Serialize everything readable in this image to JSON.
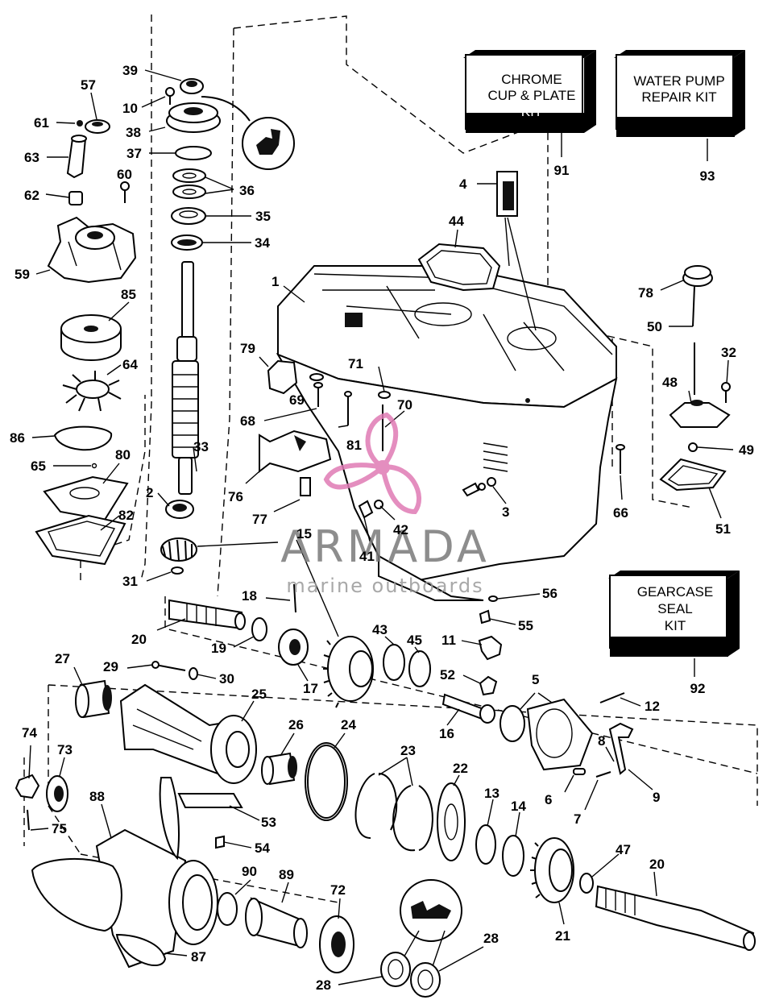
{
  "kits": {
    "chrome": [
      "CHROME",
      "CUP & PLATE",
      "KIT"
    ],
    "chrome_num": "91",
    "water": [
      "WATER PUMP",
      "REPAIR KIT"
    ],
    "water_num": "93",
    "gearcase": [
      "GEARCASE",
      "SEAL",
      "KIT"
    ],
    "gearcase_num": "92"
  },
  "watermark": {
    "brand": "ARMADA",
    "tagline": "marine outboards"
  },
  "callouts": {
    "c39": "39",
    "c10": "10",
    "c38": "38",
    "c37": "37",
    "c36": "36",
    "c35": "35",
    "c34": "34",
    "c57": "57",
    "c61": "61",
    "c63": "63",
    "c62": "62",
    "c60": "60",
    "c59": "59",
    "c85": "85",
    "c64": "64",
    "c86": "86",
    "c65": "65",
    "c80": "80",
    "c82": "82",
    "c33": "33",
    "c2": "2",
    "c31": "31",
    "c15": "15",
    "c1": "1",
    "c4": "4",
    "c44": "44",
    "c79": "79",
    "c69": "69",
    "c71": "71",
    "c70": "70",
    "c68": "68",
    "c81": "81",
    "c76": "76",
    "c77": "77",
    "c3": "3",
    "c41": "41",
    "c42": "42",
    "c66": "66",
    "c78": "78",
    "c50": "50",
    "c32": "32",
    "c48": "48",
    "c49": "49",
    "c51": "51",
    "c18": "18",
    "c20a": "20",
    "c19": "19",
    "c17": "17",
    "c43": "43",
    "c45": "45",
    "c11": "11",
    "c56": "56",
    "c55": "55",
    "c52": "52",
    "c5": "5",
    "c12": "12",
    "c16": "16",
    "c27": "27",
    "c29": "29",
    "c30": "30",
    "c25": "25",
    "c26": "26",
    "c24": "24",
    "c23": "23",
    "c22": "22",
    "c13": "13",
    "c14": "14",
    "c8": "8",
    "c6": "6",
    "c7": "7",
    "c9": "9",
    "c74": "74",
    "c73": "73",
    "c75": "75",
    "c88": "88",
    "c53": "53",
    "c54": "54",
    "c90": "90",
    "c89": "89",
    "c72": "72",
    "c47": "47",
    "c20b": "20",
    "c21": "21",
    "c87": "87",
    "c28a": "28",
    "c28b": "28"
  }
}
